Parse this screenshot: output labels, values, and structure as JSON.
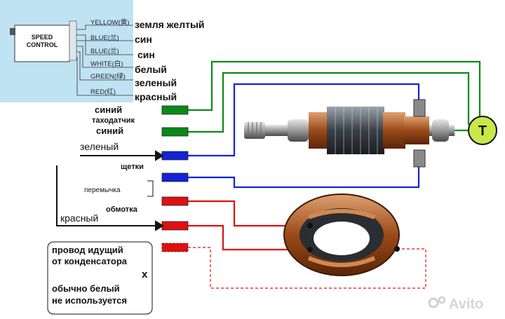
{
  "speed_control": {
    "box_label_line1": "SPEED",
    "box_label_line2": "CONTROL",
    "wires": [
      {
        "label": "YELLOW(黄)",
        "ru": "земля желтый"
      },
      {
        "label": "BLUE(兰)",
        "ru": "син"
      },
      {
        "label": "BLUE(兰)",
        "ru": "син"
      },
      {
        "label": "WHITE(白)",
        "ru": "белый"
      },
      {
        "label": "GREEN(绿)",
        "ru": "зеленый"
      },
      {
        "label": "RED(红)",
        "ru": "красный"
      }
    ]
  },
  "labels": {
    "siniy_1": "синий",
    "tachometer": "тахо­датчик",
    "siniy_2": "синий",
    "zeleniy": "зеленый",
    "brushes": "щетки",
    "jumper": "перемычка",
    "winding": "обмотка",
    "krasniy": "красный",
    "capacitor_line1": "провод идущий",
    "capacitor_line2": "от конденсатора",
    "capacitor_line3": "обычно белый",
    "capacitor_line4": "не используется",
    "tacho_symbol": "T",
    "x_mark": "x"
  },
  "watermark": "Avito",
  "colors": {
    "green": "#0a8a1a",
    "blue": "#1222d8",
    "red": "#e01010",
    "panel_bg": "#bfe3f2",
    "tacho_fill": "#c8e84a",
    "copper": "#b5652a"
  }
}
